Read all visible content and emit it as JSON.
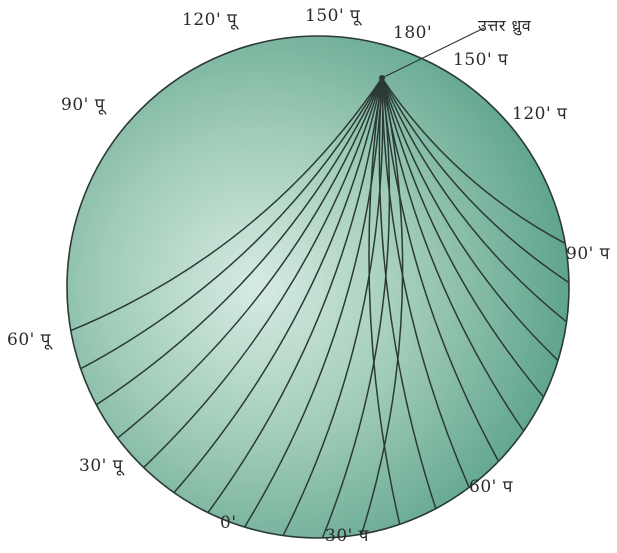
{
  "labels": {
    "lon_120e_top": "120' पू",
    "lon_150e_top": "150' पू",
    "lon_180": "180'",
    "north_pole": "उत्तर ध्रुव",
    "lon_150w": "150' प",
    "lon_90e_left": "90' पू",
    "lon_120w": "120' प",
    "lon_90w": "90' प",
    "lon_60e": "60' पू",
    "lon_30e": "30' पू",
    "lon_0": "0'",
    "lon_30w": "30' प",
    "lon_60w": "60' प"
  },
  "colors": {
    "globe_fill": "#86bfa9",
    "globe_light": "#d6ebe2",
    "globe_dark": "#4e9a80",
    "meridian_stroke": "#2b3a34",
    "label_text": "#2a2a2a"
  }
}
